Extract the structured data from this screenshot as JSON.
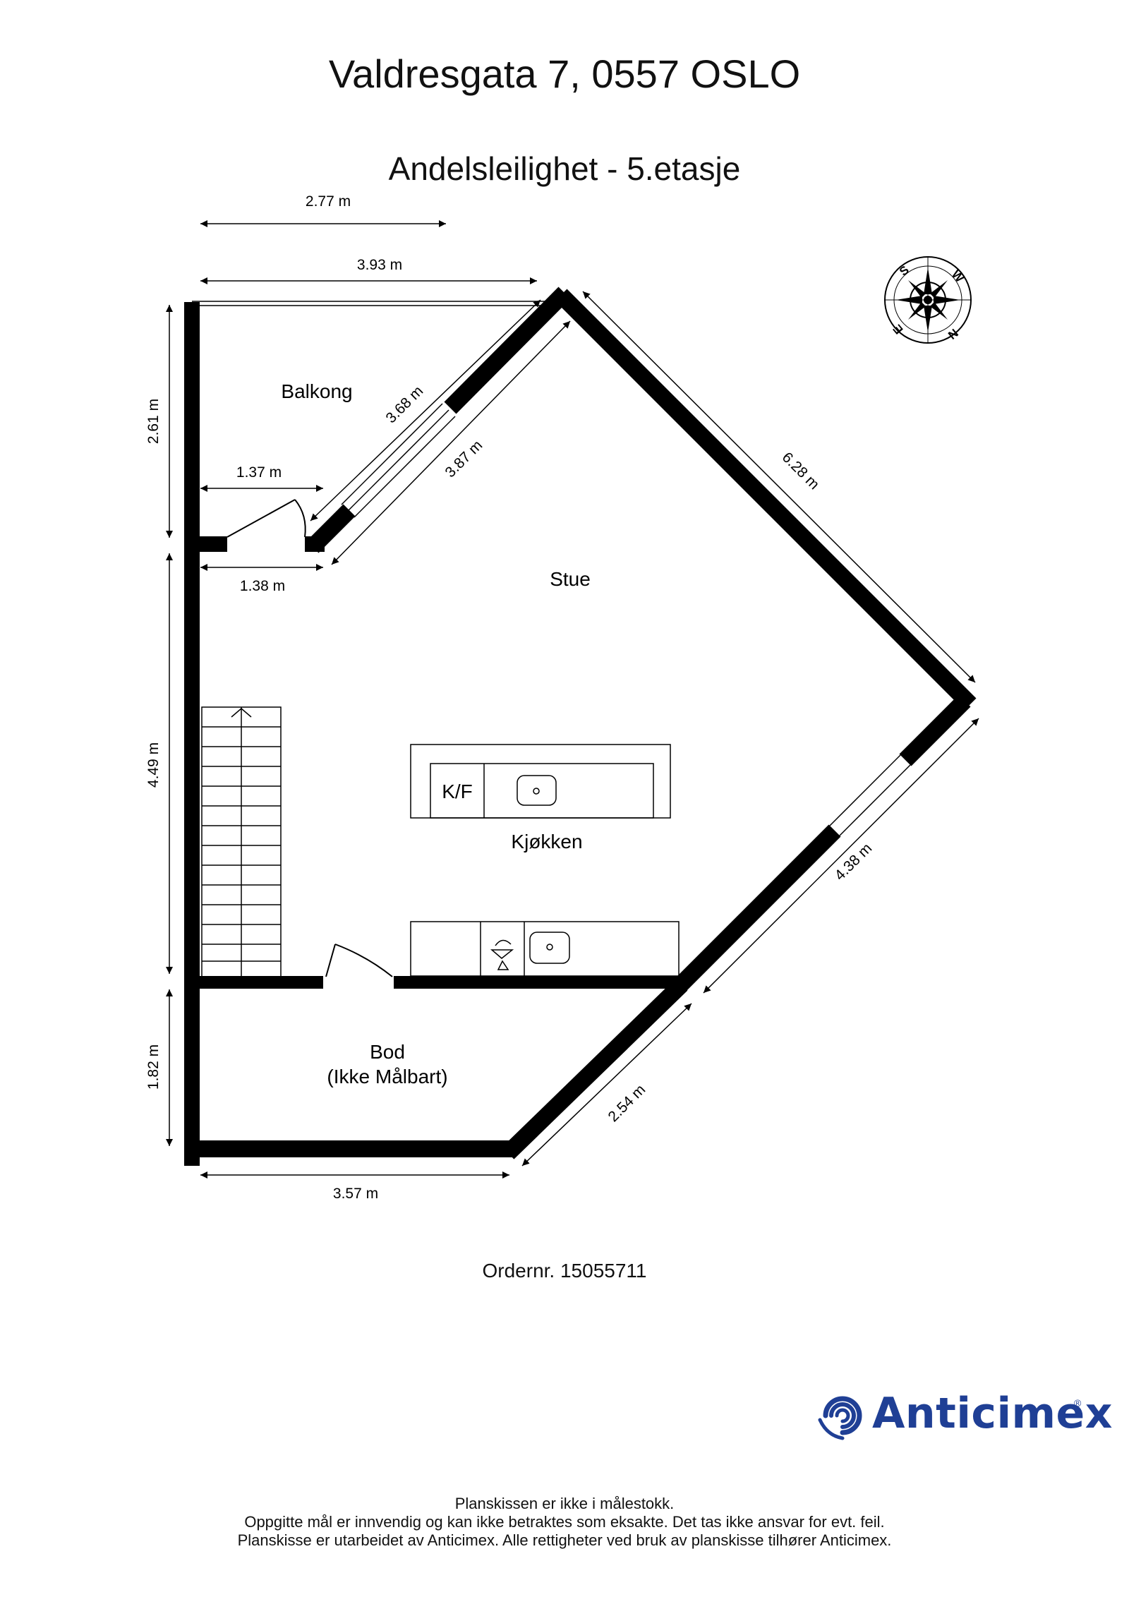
{
  "header": {
    "title": "Valdresgata 7, 0557 OSLO",
    "subtitle": "Andelsleilighet  - 5.etasje"
  },
  "rooms": {
    "balcony": "Balkong",
    "living": "Stue",
    "kitchen": "Kjøkken",
    "storage": "Bod",
    "storage_note": "(Ikke Målbart)",
    "fridge": "K/F"
  },
  "dimensions": {
    "top_inner": "2.77 m",
    "top_outer": "3.93 m",
    "balcony_height": "2.61 m",
    "balcony_door_left": "1.37 m",
    "balcony_door_right": "1.38 m",
    "balcony_diag_outer": "3.68 m",
    "balcony_diag_inner": "3.87 m",
    "right_upper": "6.28 m",
    "left_main": "4.49 m",
    "right_lower": "4.38 m",
    "storage_height": "1.82 m",
    "storage_diag": "2.54 m",
    "bottom": "3.57 m"
  },
  "compass": {
    "letters": [
      "S",
      "W",
      "N",
      "E"
    ]
  },
  "order": "Ordernr. 15055711",
  "brand": {
    "name": "Anticimex",
    "reg": "®",
    "color": "#1f3f95"
  },
  "footer": {
    "line1": "Planskissen er ikke i målestokk.",
    "line2": "Oppgitte mål er innvendig og kan ikke betraktes som eksakte. Det tas ikke ansvar for evt. feil.",
    "line3": "Planskisse er utarbeidet av Anticimex. Alle rettigheter ved bruk av planskisse tilhører Anticimex."
  }
}
